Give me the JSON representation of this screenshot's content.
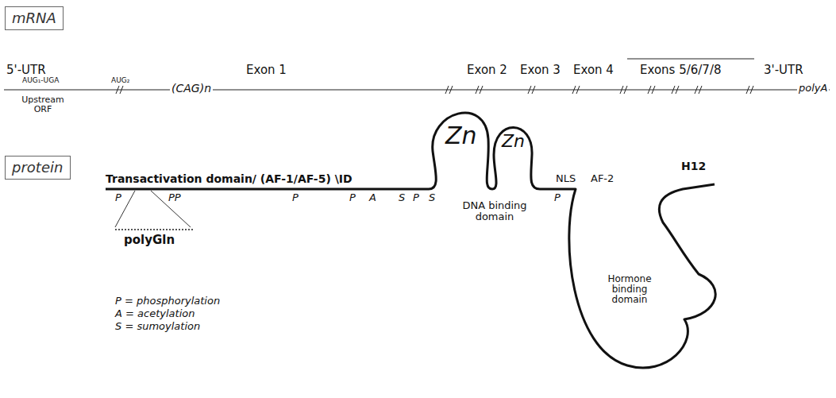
{
  "diagram": {
    "nodes": [
      {
        "text": [
          "mRNA"
        ]
      },
      {
        "text": [
          "protein"
        ]
      }
    ],
    "labels": [
      "5'-UTR",
      "Exon 1",
      "Exon 2",
      "Exon 3",
      "Exon 4",
      "Exons 5/6/7/8",
      "3'-UTR",
      "AUG₁-UGA",
      "AUG₂",
      "Upstream ORF",
      "(CAG)n",
      "polyA",
      "Transactivation domain/ (AF-1/AF-5) \\ID",
      "P",
      "PP",
      "P",
      "P",
      "A",
      "S",
      "P",
      "S",
      "polyGln",
      "Zn",
      "Zn",
      "DNA binding domain",
      "NLS",
      "AF-2",
      "H12",
      "P",
      "Hormone binding domain",
      "P = phosphorylation",
      "A = acetylation",
      "S = sumoylation"
    ]
  }
}
